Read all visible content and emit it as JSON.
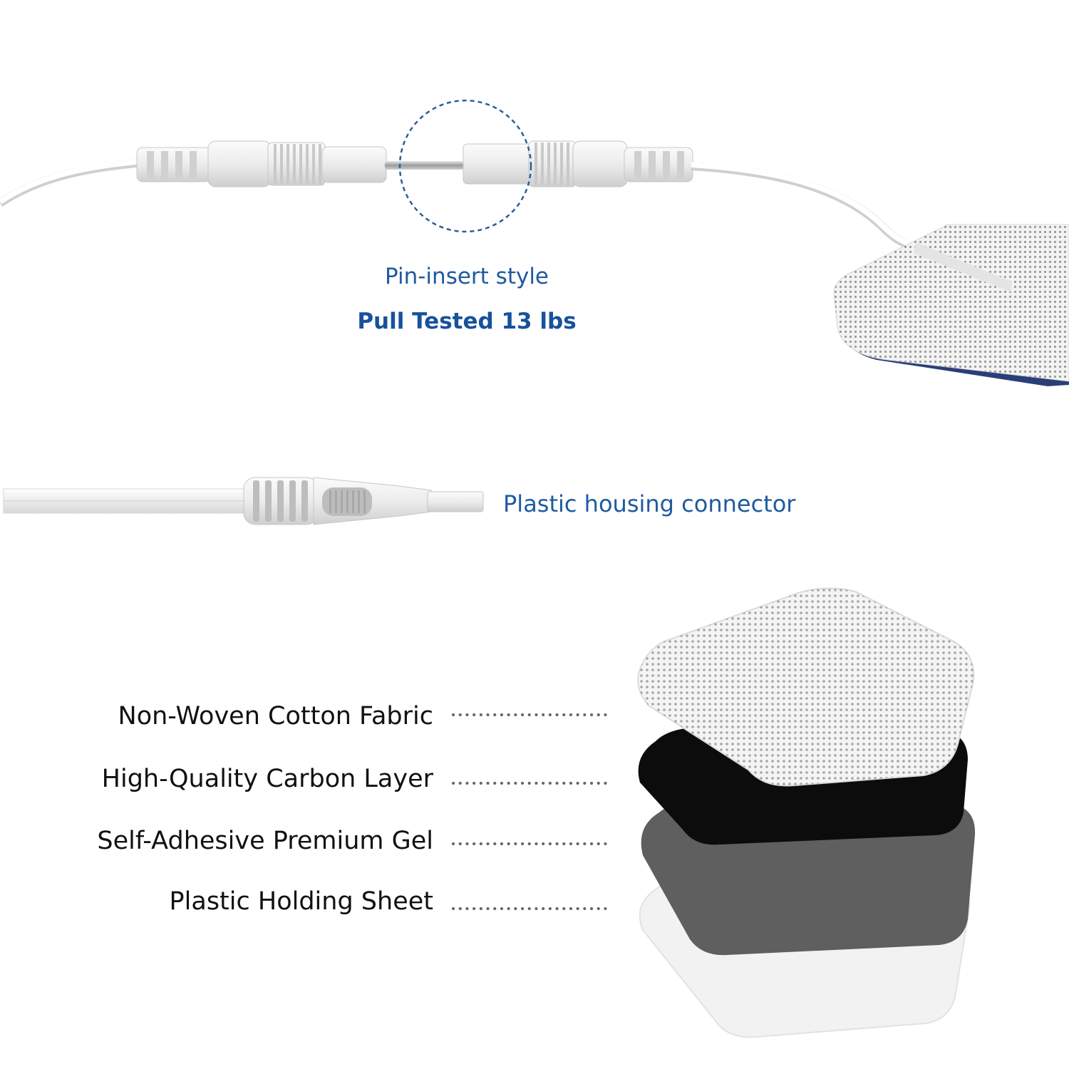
{
  "connector_section": {
    "pin_style_label": "Pin-insert style",
    "pull_test_label": "Pull Tested 13 lbs"
  },
  "housing_section": {
    "label": "Plastic housing connector"
  },
  "layers": [
    {
      "label": "Non-Woven Cotton Fabric",
      "color": "#f4f4f4"
    },
    {
      "label": "High-Quality Carbon Layer",
      "color": "#0c0c0c"
    },
    {
      "label": "Self-Adhesive Premium Gel",
      "color": "#5f5f5f"
    },
    {
      "label": "Plastic Holding Sheet",
      "color": "#f2f2f2"
    }
  ],
  "colors": {
    "accent_blue": "#1f5a9e",
    "dashed_circle": "#2a5f96",
    "leader_dots": "#666666"
  }
}
